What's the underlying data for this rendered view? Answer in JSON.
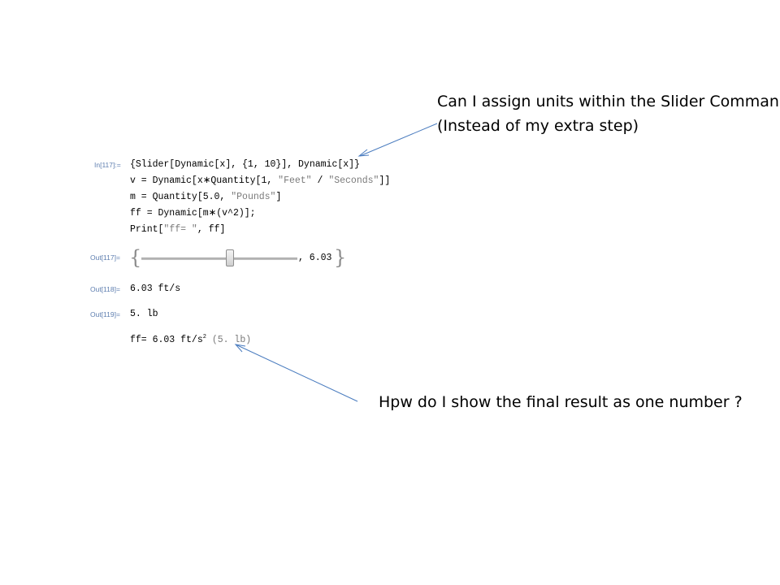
{
  "annotations": {
    "top_line1": "Can I assign units within the Slider Command",
    "top_line2": "(Instead of my extra step)",
    "bottom": "Hpw do I show the final result as one number ?"
  },
  "labels": {
    "in117": "In[117]:=",
    "out117": "Out[117]=",
    "out118": "Out[118]=",
    "out119": "Out[119]="
  },
  "code": {
    "line1": "{Slider[Dynamic[x], {1, 10}], Dynamic[x]}",
    "line2_a": "v = Dynamic[x∗Quantity[1, ",
    "line2_s1": "\"Feet\"",
    "line2_b": " / ",
    "line2_s2": "\"Seconds\"",
    "line2_c": "]]",
    "line3_a": "m = Quantity[5.0, ",
    "line3_s": "\"Pounds\"",
    "line3_b": "]",
    "line4": "ff = Dynamic[m∗(v^2)];",
    "line5_a": "Print[",
    "line5_s": "\"ff= \"",
    "line5_b": ", ff]"
  },
  "outputs": {
    "slider_value": 0.57,
    "slider_text": ", 6.03",
    "brace_open": "{",
    "brace_close": "}",
    "out118": "6.03 ft/s",
    "out119": "5. lb",
    "print_a": "ff= 6.03 ft/s",
    "print_sup": "2",
    "print_b": "(5. lb)"
  }
}
